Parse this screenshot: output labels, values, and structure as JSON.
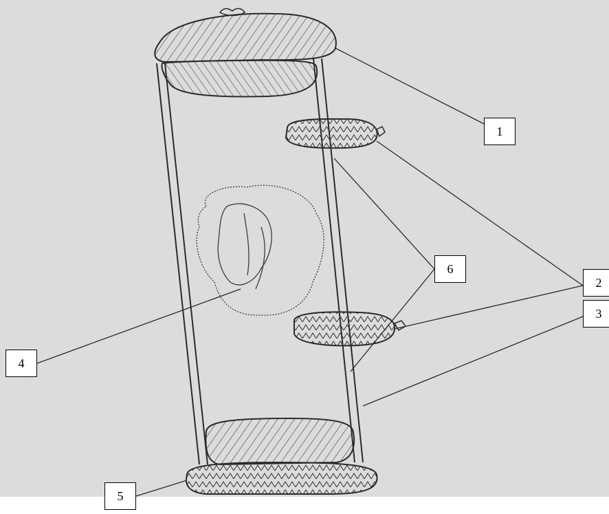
{
  "diagram": {
    "labels": [
      "1",
      "2",
      "3",
      "4",
      "5",
      "6"
    ]
  },
  "colors": {
    "paper": "#dedede",
    "ink": "#2a2a2a",
    "box_border": "#000000"
  }
}
